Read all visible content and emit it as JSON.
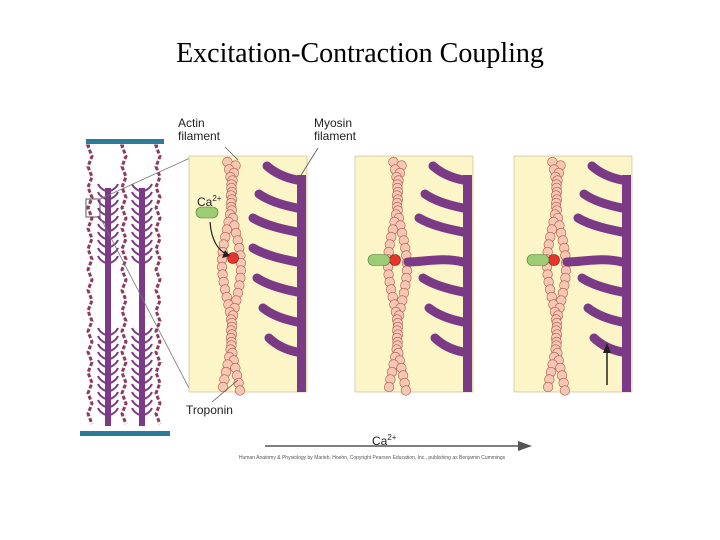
{
  "slide": {
    "title": "Excitation-Contraction Coupling"
  },
  "labels": {
    "actin": [
      "Actin",
      "filament"
    ],
    "myosin": [
      "Myosin",
      "filament"
    ],
    "calcium": "Ca",
    "calcium_charge": "2+",
    "troponin": "Troponin",
    "calcium_arrow": "Ca",
    "calcium_arrow_charge": "2+"
  },
  "credit": "Human Anatomy & Physiology by Marieb, Hoehn, Copyright Pearson Education, Inc., publishing as Benjamin Cummings",
  "colors": {
    "panel_bg": "#fbf5c8",
    "actin_bead": "#f6c7b3",
    "actin_outline": "#b0584a",
    "myosin": "#7b3a85",
    "calcium_green": "#9ccc74",
    "troponin_red": "#e8342a",
    "z_line": "#2d7a9a"
  }
}
